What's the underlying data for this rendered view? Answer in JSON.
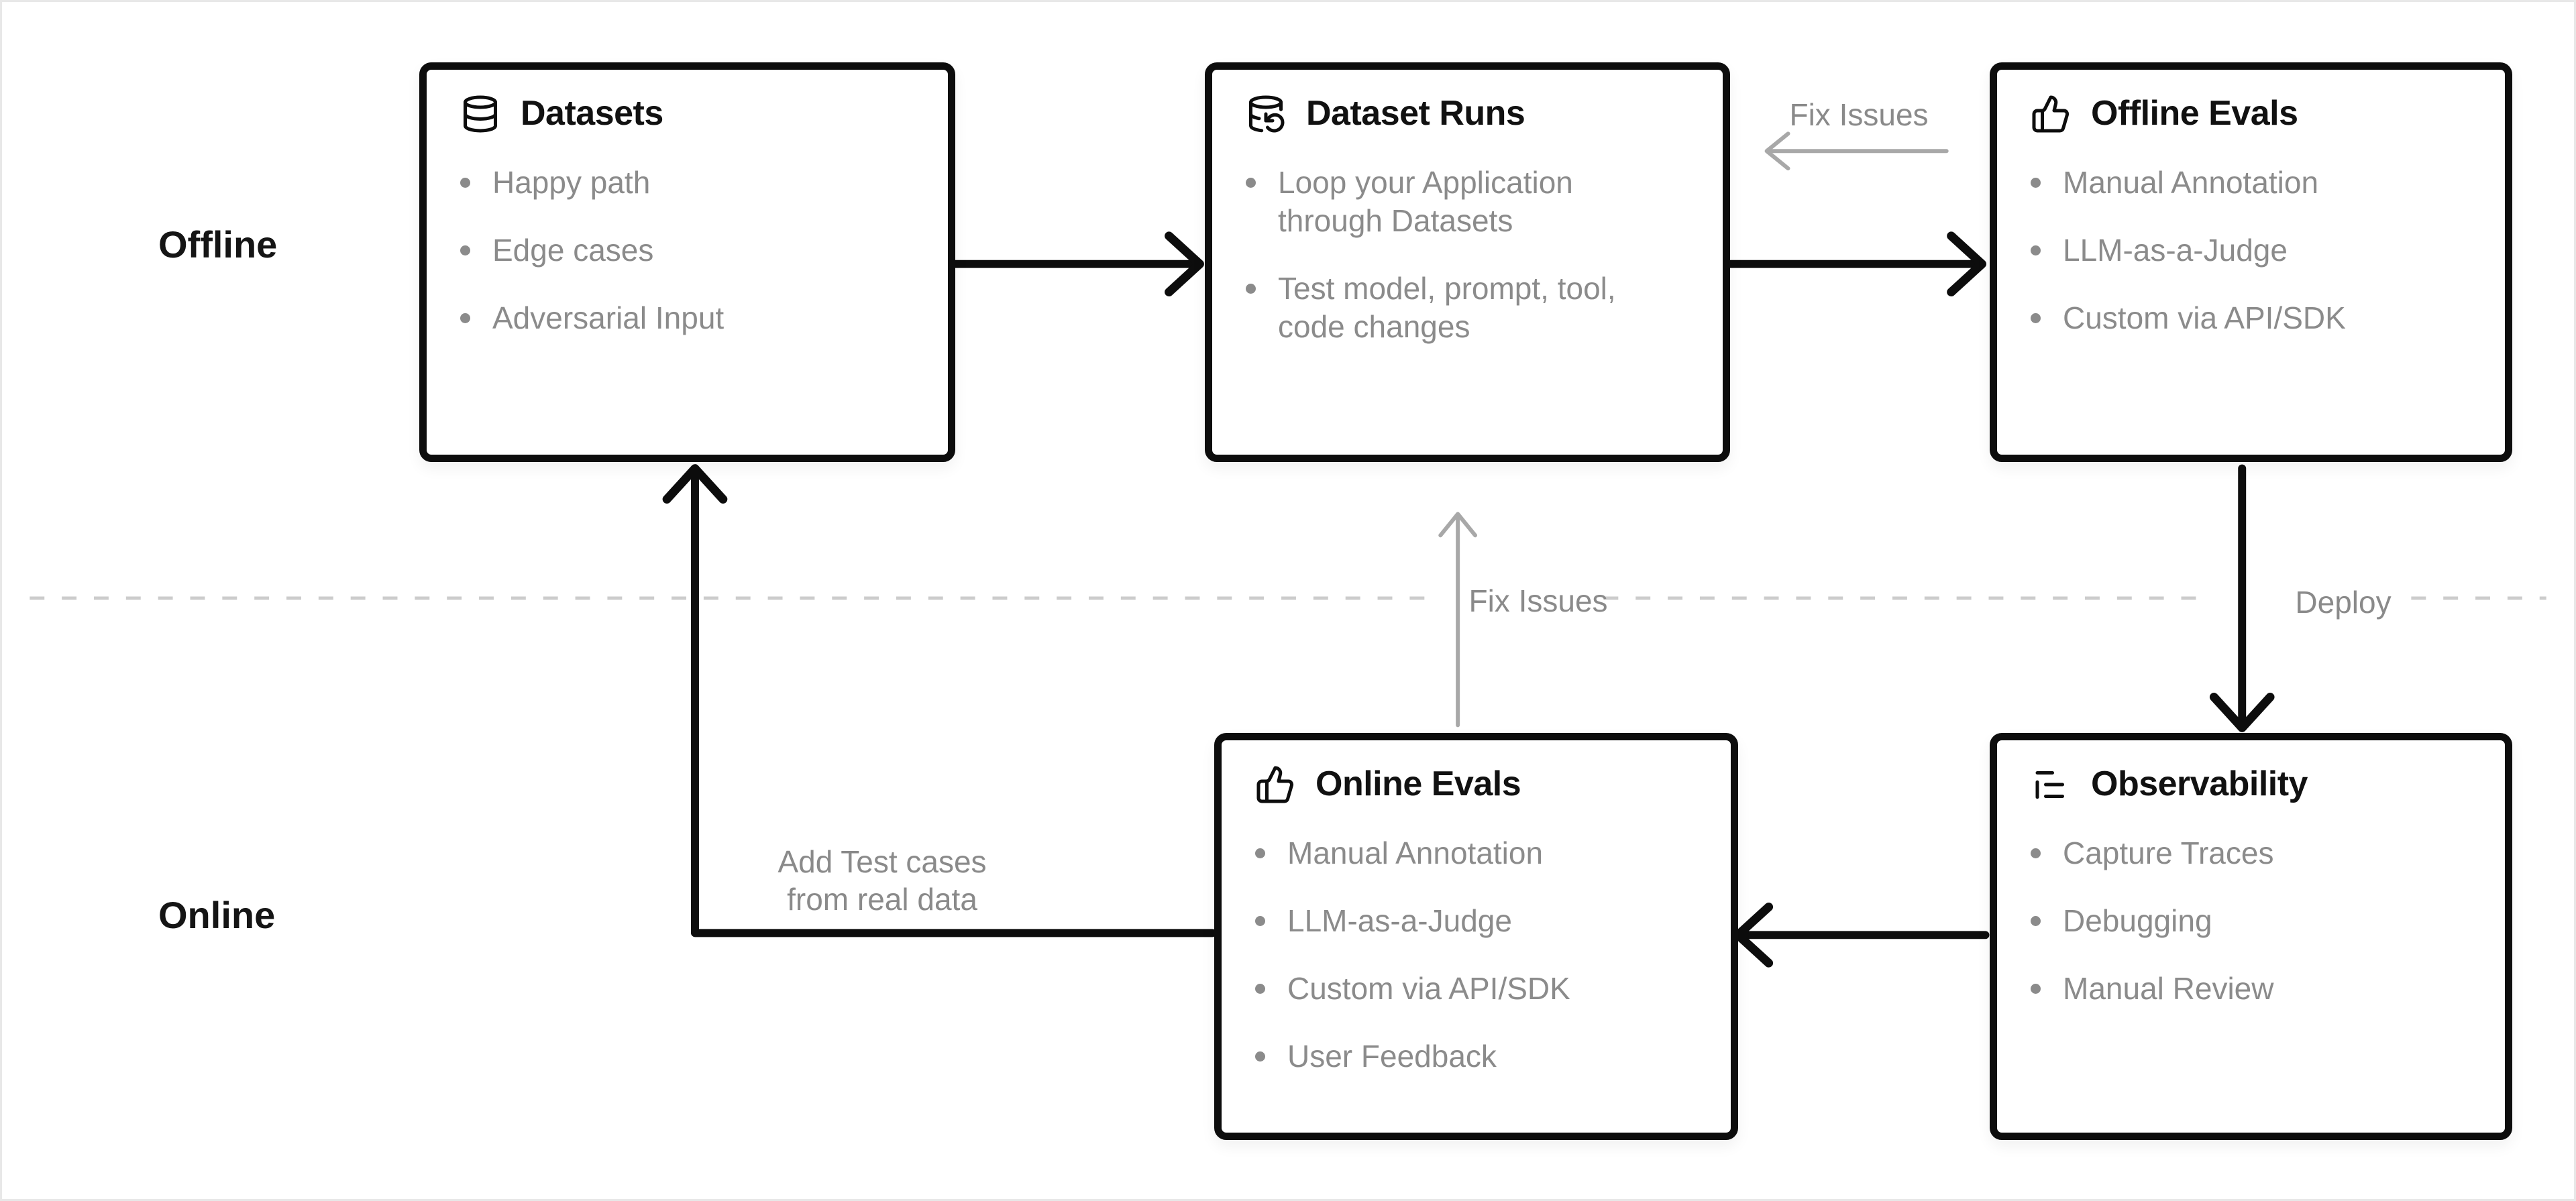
{
  "colors": {
    "background": "#ffffff",
    "frame_border": "#e8e8e8",
    "box_border": "#0d0d0d",
    "box_background": "#ffffff",
    "title_text": "#111111",
    "bullet_text": "#8b8b8b",
    "section_label_text": "#151515",
    "black_arrow": "#0d0d0d",
    "gray_arrow": "#a8a8a8",
    "gray_label_text": "#8a8a8a",
    "dashed_line": "#cccccc"
  },
  "sections": {
    "offline_label": "Offline",
    "online_label": "Online"
  },
  "boxes": [
    {
      "title": "Datasets",
      "icon": "database-icon",
      "items": [
        "Happy path",
        "Edge cases",
        "Adversarial Input"
      ]
    },
    {
      "title": "Dataset Runs",
      "icon": "database-loop-icon",
      "items": [
        "Loop your Application through Datasets",
        "Test model, prompt, tool, code changes"
      ]
    },
    {
      "title": "Offline Evals",
      "icon": "thumbs-up-icon",
      "items": [
        "Manual Annotation",
        "LLM-as-a-Judge",
        "Custom via API/SDK"
      ]
    },
    {
      "title": "Online Evals",
      "icon": "thumbs-up-icon",
      "items": [
        "Manual Annotation",
        "LLM-as-a-Judge",
        "Custom via API/SDK",
        "User Feedback"
      ]
    },
    {
      "title": "Observability",
      "icon": "logs-icon",
      "items": [
        "Capture Traces",
        "Debugging",
        "Manual Review"
      ]
    }
  ],
  "edge_labels": {
    "fix_issues_top": "Fix Issues",
    "fix_issues_middle": "Fix Issues",
    "deploy": "Deploy",
    "add_test_cases": "Add Test cases\nfrom real data"
  }
}
